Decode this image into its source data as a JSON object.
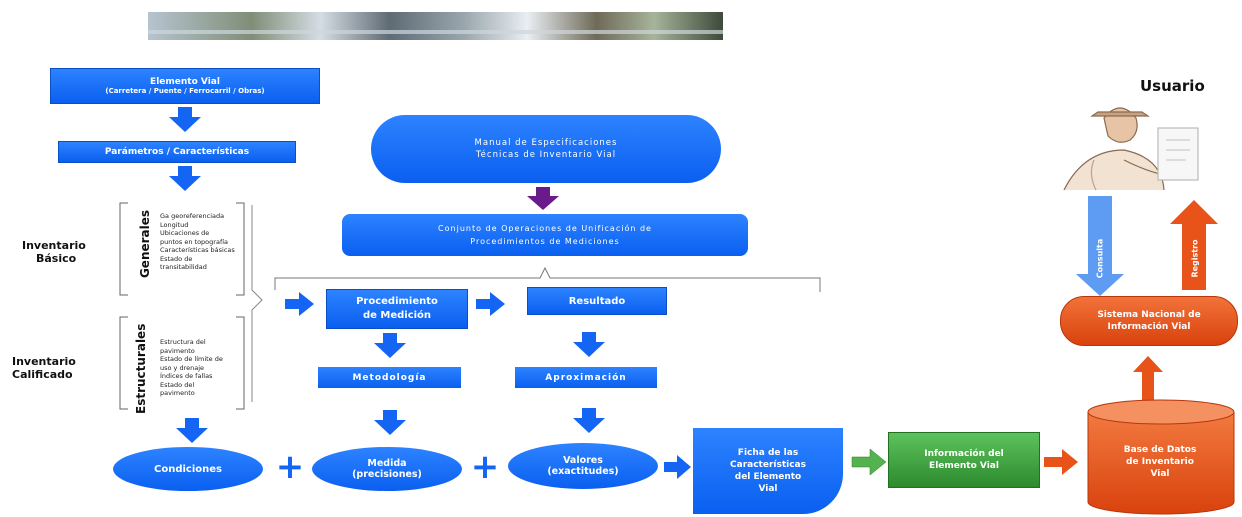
{
  "banner": {
    "icon": "road-photo-strip"
  },
  "left": {
    "elemento_vial": {
      "title": "Elemento Vial",
      "subtitle": "(Carretera / Puente / Ferrocarril / Obras)"
    },
    "parametros": "Parámetros / Características",
    "inventario_basico": [
      "Inventario",
      "Básico"
    ],
    "inventario_calificado": [
      "Inventario",
      "Calificado"
    ],
    "generales": {
      "label": "Generales",
      "items": [
        "Ga georeferenciada",
        "Longitud",
        "Ubicaciones de",
        "puntos en topografía",
        "Características básicas",
        "Estado de",
        "transitabilidad"
      ]
    },
    "estructurales": {
      "label": "Estructurales",
      "items": [
        "Estructura del",
        "pavimento",
        "Estado de límite de",
        "uso y drenaje",
        "Índices de fallas",
        "Estado del",
        "pavimento"
      ]
    },
    "condiciones": "Condiciones"
  },
  "center": {
    "manual": [
      "Manual de Especificaciones",
      "Técnicas de Inventario Vial"
    ],
    "conjunto": [
      "Conjunto de Operaciones de Unificación de",
      "Procedimientos de Mediciones"
    ],
    "procedimiento": [
      "Procedimiento",
      "de Medición"
    ],
    "resultado": "Resultado",
    "metodologia": "Metodología",
    "aproximacion": "Aproximación",
    "medida": [
      "Medida",
      "(precisiones)"
    ],
    "valores": [
      "Valores",
      "(exactitudes)"
    ],
    "plus": "+",
    "ficha": [
      "Ficha de las",
      "Características",
      "del Elemento",
      "Vial"
    ]
  },
  "right": {
    "usuario": "Usuario",
    "consulta": "Consulta",
    "registro": "Registro",
    "sistema": [
      "Sistema Nacional de",
      "Información Vial"
    ],
    "informacion": [
      "Información del",
      "Elemento Vial"
    ],
    "base": [
      "Base de Datos",
      "de Inventario",
      "Vial"
    ]
  },
  "colors": {
    "blue": "#1565f5",
    "purple": "#6a1a8a",
    "orange": "#e8531a",
    "green": "#3a9e3a",
    "blue_arrow": "#2a78f0"
  }
}
